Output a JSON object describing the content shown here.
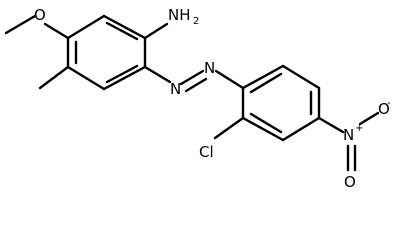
{
  "molecule": {
    "labels": {
      "nh2": "NH",
      "nh2_subscript": "2",
      "methoxy_o": "O",
      "azo_n1": "N",
      "azo_n2": "N",
      "chloro": "Cl",
      "nitro_n": "N",
      "nitro_n_charge": "+",
      "nitro_o_top": "O",
      "nitro_o_top_charge": "-",
      "nitro_o_bottom": "O"
    }
  }
}
